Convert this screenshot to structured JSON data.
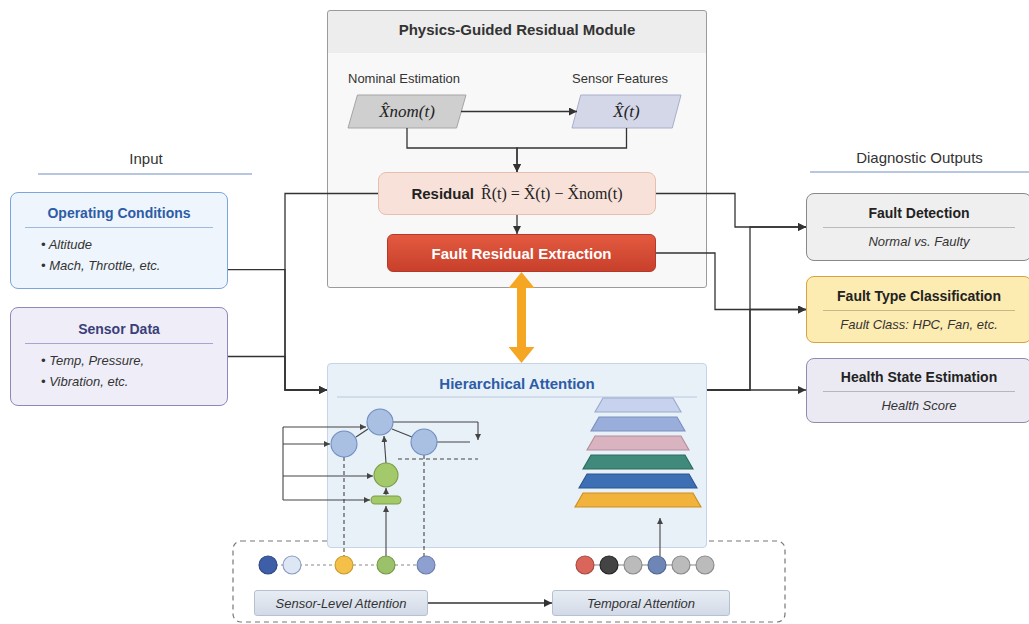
{
  "diagram": {
    "nodes": [
      {
        "text": [
          "Physics-Guided Residual Module"
        ]
      },
      {
        "text": [
          "Nominal Estimation",
          "X̂nom(t)"
        ],
        "in": 0
      },
      {
        "text": [
          "Sensor Features",
          "X̂(t)"
        ],
        "in": 0
      },
      {
        "text": [
          "Residual",
          "R̂(t) = X̂(t) − X̂nom(t)"
        ],
        "in": 0
      },
      {
        "text": [
          "Fault Residual Extraction"
        ],
        "in": 0
      },
      {
        "text": [
          "Operating Conditions",
          "• Altitude",
          "• Mach, Throttle, etc."
        ]
      },
      {
        "text": [
          "Sensor Data",
          "• Temp, Pressure,",
          "• Vibration, etc."
        ]
      },
      {
        "text": [
          "Hierarchical Attention"
        ]
      },
      {
        "text": [
          "Sensor-Level Attention"
        ]
      },
      {
        "text": [
          "Temporal Attention"
        ]
      },
      {
        "text": [
          "Fault Detection",
          "Normal vs. Faulty"
        ]
      },
      {
        "text": [
          "Fault Type Classification",
          "Fault Class: HPC, Fan, etc."
        ]
      },
      {
        "text": [
          "Health State Estimation",
          "Health Score"
        ]
      }
    ],
    "edges": [
      {
        "from": 1,
        "to": 2,
        "arrow": "to"
      },
      {
        "from": 1,
        "to": 3,
        "arrow": "to"
      },
      {
        "from": 2,
        "to": 3,
        "arrow": "to"
      },
      {
        "from": 3,
        "to": 4,
        "arrow": "to"
      },
      {
        "from": 4,
        "to": 7,
        "arrow": "both"
      },
      {
        "from": 5,
        "to": 7,
        "arrow": "to"
      },
      {
        "from": 6,
        "to": 7,
        "arrow": "to"
      },
      {
        "from": 3,
        "to": 7,
        "arrow": "to"
      },
      {
        "from": 3,
        "to": 10,
        "arrow": "to"
      },
      {
        "from": 4,
        "to": 11,
        "arrow": "to"
      },
      {
        "from": 7,
        "to": 12,
        "arrow": "to"
      },
      {
        "from": 7,
        "to": 10,
        "arrow": "to"
      },
      {
        "from": 7,
        "to": 11,
        "arrow": "to"
      },
      {
        "from": 8,
        "to": 9,
        "arrow": "to"
      }
    ],
    "labels": [
      "Input",
      "Diagnostic Outputs"
    ]
  }
}
